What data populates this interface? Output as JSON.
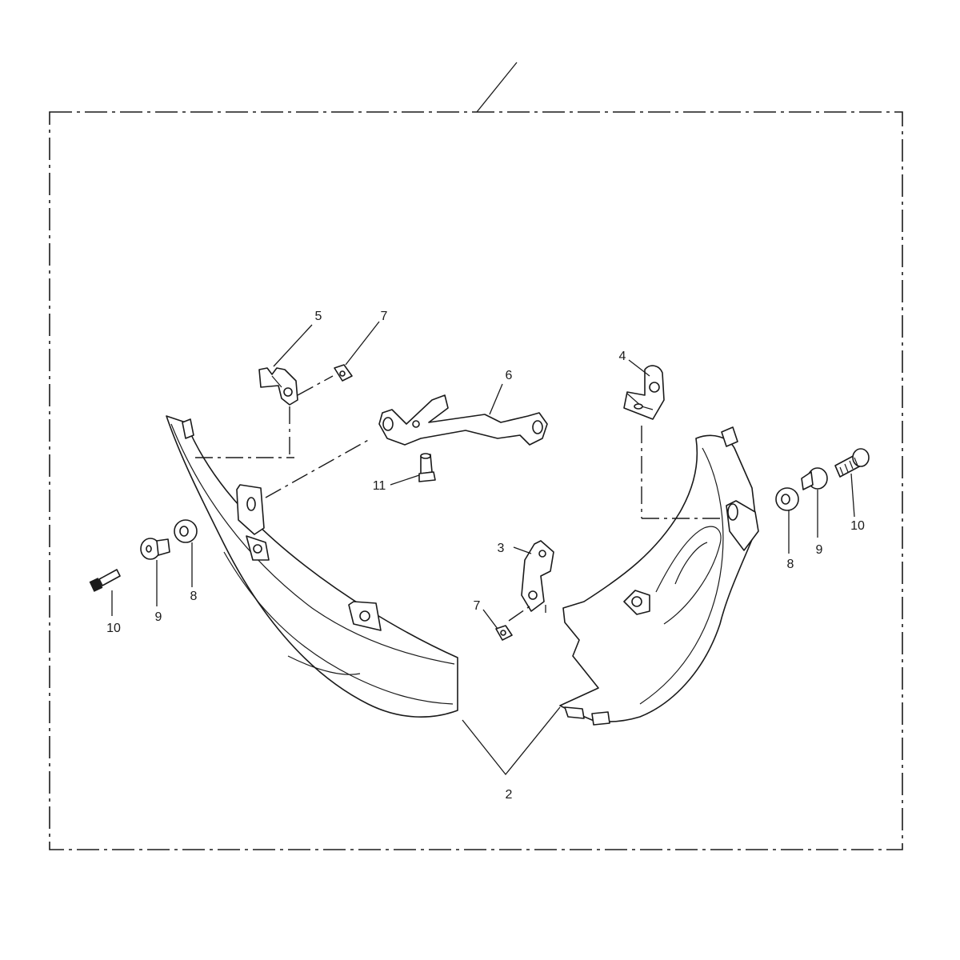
{
  "callouts": [
    {
      "id": "c2",
      "label": "2"
    },
    {
      "id": "c3",
      "label": "3"
    },
    {
      "id": "c4",
      "label": "4"
    },
    {
      "id": "c5",
      "label": "5"
    },
    {
      "id": "c6",
      "label": "6"
    },
    {
      "id": "c7a",
      "label": "7"
    },
    {
      "id": "c7b",
      "label": "7"
    },
    {
      "id": "c8l",
      "label": "8"
    },
    {
      "id": "c8r",
      "label": "8"
    },
    {
      "id": "c9l",
      "label": "9"
    },
    {
      "id": "c9r",
      "label": "9"
    },
    {
      "id": "c10l",
      "label": "10"
    },
    {
      "id": "c10r",
      "label": "10"
    },
    {
      "id": "c11",
      "label": "11"
    }
  ]
}
